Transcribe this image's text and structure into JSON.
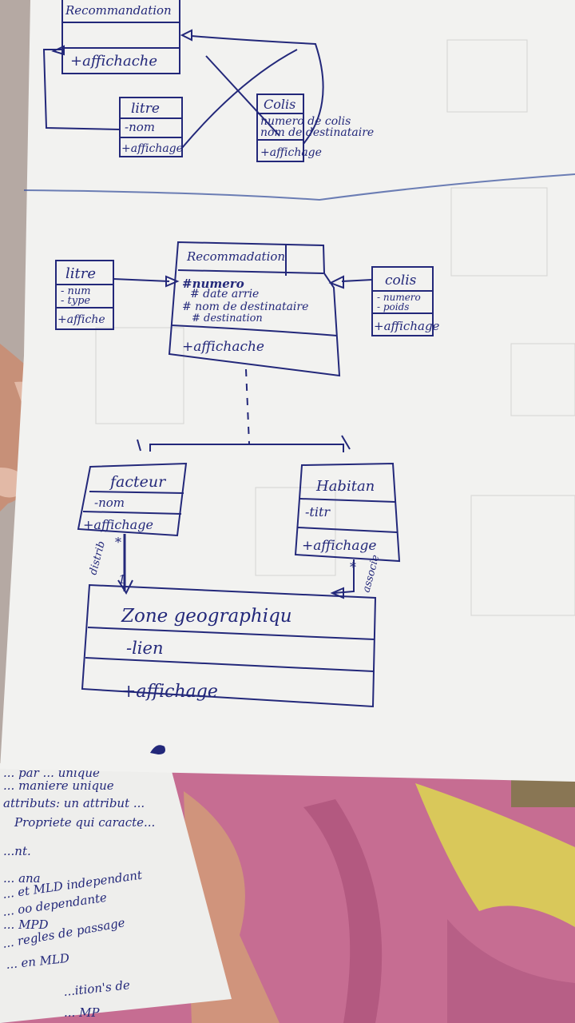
{
  "top_sketch": {
    "recommandation_title": "Recommandation",
    "recommandation_method": "+affichache",
    "litre_title": "litre",
    "litre_attr": "-nom",
    "litre_method": "+affichage",
    "colis_title": "Colis",
    "colis_attr_1": "numero de colis",
    "colis_attr_2": "nom de destinataire",
    "colis_method": "+affichage"
  },
  "main_diagram": {
    "recommandation": {
      "title": "Recommadation",
      "attr_1": "#numero",
      "attr_2": "# date arrie",
      "attr_3": "# nom de destinataire",
      "attr_4": "# destination",
      "method": "+affichache"
    },
    "litre": {
      "title": "litre",
      "attr_1": "- num",
      "attr_2": "- type",
      "method": "+affiche"
    },
    "colis": {
      "title": "colis",
      "attr_1": "- numero",
      "attr_2": "- poids",
      "method": "+affichage"
    },
    "facteur": {
      "title": "facteur",
      "attr_1": "-nom",
      "method": "+affichage"
    },
    "habitant": {
      "title": "Habitan",
      "attr_1": "-titr",
      "method": "+affichage"
    },
    "zone": {
      "title": "Zone geographiqu",
      "attr_1": "-lien",
      "method": "+affichage"
    },
    "assoc_left": "distrib",
    "assoc_right": "associe",
    "mult_star": "*",
    "mult_one": "1"
  },
  "notes_page": {
    "lines": [
      "... par ... unique",
      "... maniere unique",
      "attributs: un attribut ...",
      "Propriete qui caracte...",
      "...nt.",
      "... ana",
      "... et MLD independant",
      "... oo dependante",
      "... MPD",
      "... regles de passage",
      "... en MLD",
      "...ition's de",
      "... MP"
    ]
  },
  "colors": {
    "ink": "#23287a",
    "paper": "#f2f2f0",
    "fabric_pink": "#c66d92",
    "fabric_yellow": "#d9c85a",
    "skin": "#c79078"
  }
}
